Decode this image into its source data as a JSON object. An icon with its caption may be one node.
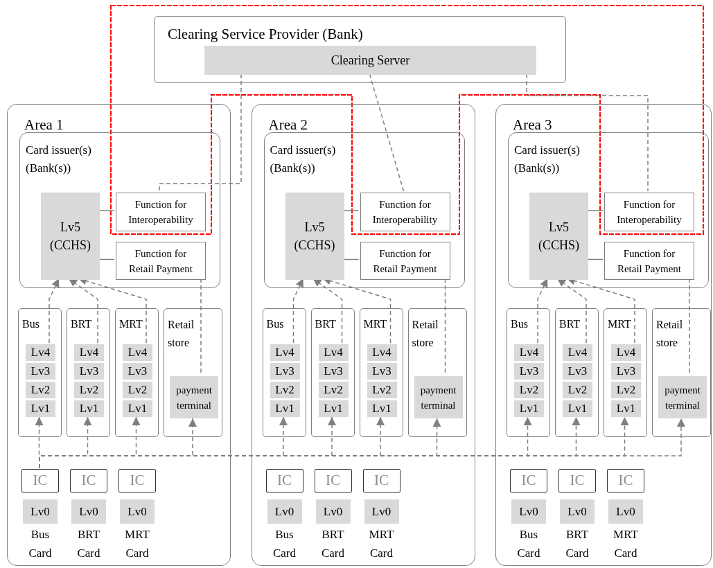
{
  "diagram": {
    "nodes": [
      {
        "text": [
          "Clearing Service Provider (Bank)"
        ]
      },
      {
        "text": [
          "Clearing Server"
        ],
        "in": 0
      },
      {
        "text": [
          "Area 1"
        ]
      },
      {
        "text": [
          "Card issuer(s) (Bank(s))"
        ],
        "in": 2
      },
      {
        "text": [
          "Lv5 (CCHS)"
        ],
        "in": 3
      },
      {
        "text": [
          "Function for Interoperability"
        ],
        "in": 3
      },
      {
        "text": [
          "Function for Retail Payment"
        ],
        "in": 3
      },
      {
        "text": [
          "Bus"
        ],
        "in": 2
      },
      {
        "text": [
          "Lv4"
        ],
        "in": 7
      },
      {
        "text": [
          "Lv3"
        ],
        "in": 7
      },
      {
        "text": [
          "Lv2"
        ],
        "in": 7
      },
      {
        "text": [
          "Lv1"
        ],
        "in": 7
      },
      {
        "text": [
          "BRT"
        ],
        "in": 2
      },
      {
        "text": [
          "Lv4"
        ],
        "in": 12
      },
      {
        "text": [
          "Lv3"
        ],
        "in": 12
      },
      {
        "text": [
          "Lv2"
        ],
        "in": 12
      },
      {
        "text": [
          "Lv1"
        ],
        "in": 12
      },
      {
        "text": [
          "MRT"
        ],
        "in": 2
      },
      {
        "text": [
          "Lv4"
        ],
        "in": 17
      },
      {
        "text": [
          "Lv3"
        ],
        "in": 17
      },
      {
        "text": [
          "Lv2"
        ],
        "in": 17
      },
      {
        "text": [
          "Lv1"
        ],
        "in": 17
      },
      {
        "text": [
          "Retail store"
        ],
        "in": 2
      },
      {
        "text": [
          "payment terminal"
        ],
        "in": 22
      },
      {
        "text": [
          "IC"
        ],
        "in": 2
      },
      {
        "text": [
          "Lv0"
        ],
        "in": 2,
        "beside": [
          "Bus Card"
        ]
      },
      {
        "text": [
          "IC"
        ],
        "in": 2
      },
      {
        "text": [
          "Lv0"
        ],
        "in": 2,
        "beside": [
          "BRT Card"
        ]
      },
      {
        "text": [
          "IC"
        ],
        "in": 2
      },
      {
        "text": [
          "Lv0"
        ],
        "in": 2,
        "beside": [
          "MRT Card"
        ]
      },
      {
        "text": [
          "Area 2"
        ]
      },
      {
        "text": [
          "Card issuer(s) (Bank(s))"
        ],
        "in": 30
      },
      {
        "text": [
          "Lv5 (CCHS)"
        ],
        "in": 31
      },
      {
        "text": [
          "Function for Interoperability"
        ],
        "in": 31
      },
      {
        "text": [
          "Function for Retail Payment"
        ],
        "in": 31
      },
      {
        "text": [
          "Bus"
        ],
        "in": 30
      },
      {
        "text": [
          "Lv4"
        ],
        "in": 35
      },
      {
        "text": [
          "Lv3"
        ],
        "in": 35
      },
      {
        "text": [
          "Lv2"
        ],
        "in": 35
      },
      {
        "text": [
          "Lv1"
        ],
        "in": 35
      },
      {
        "text": [
          "BRT"
        ],
        "in": 30
      },
      {
        "text": [
          "Lv4"
        ],
        "in": 40
      },
      {
        "text": [
          "Lv3"
        ],
        "in": 40
      },
      {
        "text": [
          "Lv2"
        ],
        "in": 40
      },
      {
        "text": [
          "Lv1"
        ],
        "in": 40
      },
      {
        "text": [
          "MRT"
        ],
        "in": 30
      },
      {
        "text": [
          "Lv4"
        ],
        "in": 45
      },
      {
        "text": [
          "Lv3"
        ],
        "in": 45
      },
      {
        "text": [
          "Lv2"
        ],
        "in": 45
      },
      {
        "text": [
          "Lv1"
        ],
        "in": 45
      },
      {
        "text": [
          "Retail store"
        ],
        "in": 30
      },
      {
        "text": [
          "payment terminal"
        ],
        "in": 50
      },
      {
        "text": [
          "IC"
        ],
        "in": 30
      },
      {
        "text": [
          "Lv0"
        ],
        "in": 30,
        "beside": [
          "Bus Card"
        ]
      },
      {
        "text": [
          "IC"
        ],
        "in": 30
      },
      {
        "text": [
          "Lv0"
        ],
        "in": 30,
        "beside": [
          "BRT Card"
        ]
      },
      {
        "text": [
          "IC"
        ],
        "in": 30
      },
      {
        "text": [
          "Lv0"
        ],
        "in": 30,
        "beside": [
          "MRT Card"
        ]
      },
      {
        "text": [
          "Area 3"
        ]
      },
      {
        "text": [
          "Card issuer(s) (Bank(s))"
        ],
        "in": 58
      },
      {
        "text": [
          "Lv5 (CCHS)"
        ],
        "in": 59
      },
      {
        "text": [
          "Function for Interoperability"
        ],
        "in": 59
      },
      {
        "text": [
          "Function for Retail Payment"
        ],
        "in": 59
      },
      {
        "text": [
          "Bus"
        ],
        "in": 58
      },
      {
        "text": [
          "Lv4"
        ],
        "in": 63
      },
      {
        "text": [
          "Lv3"
        ],
        "in": 63
      },
      {
        "text": [
          "Lv2"
        ],
        "in": 63
      },
      {
        "text": [
          "Lv1"
        ],
        "in": 63
      },
      {
        "text": [
          "BRT"
        ],
        "in": 58
      },
      {
        "text": [
          "Lv4"
        ],
        "in": 68
      },
      {
        "text": [
          "Lv3"
        ],
        "in": 68
      },
      {
        "text": [
          "Lv2"
        ],
        "in": 68
      },
      {
        "text": [
          "Lv1"
        ],
        "in": 68
      },
      {
        "text": [
          "MRT"
        ],
        "in": 58
      },
      {
        "text": [
          "Lv4"
        ],
        "in": 73
      },
      {
        "text": [
          "Lv3"
        ],
        "in": 73
      },
      {
        "text": [
          "Lv2"
        ],
        "in": 73
      },
      {
        "text": [
          "Lv1"
        ],
        "in": 73
      },
      {
        "text": [
          "Retail store"
        ],
        "in": 58
      },
      {
        "text": [
          "payment terminal"
        ],
        "in": 78
      },
      {
        "text": [
          "IC"
        ],
        "in": 58
      },
      {
        "text": [
          "Lv0"
        ],
        "in": 58,
        "beside": [
          "Bus Card"
        ]
      },
      {
        "text": [
          "IC"
        ],
        "in": 58
      },
      {
        "text": [
          "Lv0"
        ],
        "in": 58,
        "beside": [
          "BRT Card"
        ]
      },
      {
        "text": [
          "IC"
        ],
        "in": 58
      },
      {
        "text": [
          "Lv0"
        ],
        "in": 58,
        "beside": [
          "MRT Card"
        ]
      }
    ],
    "edges": [
      {
        "from": 1,
        "to": 5,
        "arrow": "none",
        "style": "dashed"
      },
      {
        "from": 4,
        "to": 5,
        "arrow": "none"
      },
      {
        "from": 4,
        "to": 6,
        "arrow": "none"
      },
      {
        "from": 8,
        "to": 4,
        "arrow": "to",
        "style": "dashed"
      },
      {
        "from": 13,
        "to": 4,
        "arrow": "to",
        "style": "dashed"
      },
      {
        "from": 18,
        "to": 4,
        "arrow": "to",
        "style": "dashed"
      },
      {
        "from": 6,
        "to": 23,
        "arrow": "none",
        "style": "dashed"
      },
      {
        "from": 1,
        "to": 33,
        "arrow": "none",
        "style": "dashed"
      },
      {
        "from": 32,
        "to": 33,
        "arrow": "none"
      },
      {
        "from": 32,
        "to": 34,
        "arrow": "none"
      },
      {
        "from": 36,
        "to": 32,
        "arrow": "to",
        "style": "dashed"
      },
      {
        "from": 41,
        "to": 32,
        "arrow": "to",
        "style": "dashed"
      },
      {
        "from": 46,
        "to": 32,
        "arrow": "to",
        "style": "dashed"
      },
      {
        "from": 34,
        "to": 51,
        "arrow": "none",
        "style": "dashed"
      },
      {
        "from": 1,
        "to": 61,
        "arrow": "none",
        "style": "dashed"
      },
      {
        "from": 60,
        "to": 61,
        "arrow": "none"
      },
      {
        "from": 60,
        "to": 62,
        "arrow": "none"
      },
      {
        "from": 64,
        "to": 60,
        "arrow": "to",
        "style": "dashed"
      },
      {
        "from": 69,
        "to": 60,
        "arrow": "to",
        "style": "dashed"
      },
      {
        "from": 74,
        "to": 60,
        "arrow": "to",
        "style": "dashed"
      },
      {
        "from": 62,
        "to": 79,
        "arrow": "none",
        "style": "dashed"
      },
      {
        "from": 24,
        "to": 11,
        "arrow": "to",
        "style": "dashed"
      },
      {
        "from": 24,
        "to": 16,
        "arrow": "to",
        "style": "dashed"
      },
      {
        "from": 24,
        "to": 21,
        "arrow": "to",
        "style": "dashed"
      },
      {
        "from": 24,
        "to": 23,
        "arrow": "to",
        "style": "dashed"
      },
      {
        "from": 24,
        "to": 39,
        "arrow": "to",
        "style": "dashed"
      },
      {
        "from": 24,
        "to": 44,
        "arrow": "to",
        "style": "dashed"
      },
      {
        "from": 24,
        "to": 49,
        "arrow": "to",
        "style": "dashed"
      },
      {
        "from": 24,
        "to": 51,
        "arrow": "to",
        "style": "dashed"
      },
      {
        "from": 24,
        "to": 67,
        "arrow": "to",
        "style": "dashed"
      },
      {
        "from": 24,
        "to": 72,
        "arrow": "to",
        "style": "dashed"
      },
      {
        "from": 24,
        "to": 77,
        "arrow": "to",
        "style": "dashed"
      },
      {
        "from": 24,
        "to": 79,
        "arrow": "to",
        "style": "dashed"
      }
    ]
  }
}
